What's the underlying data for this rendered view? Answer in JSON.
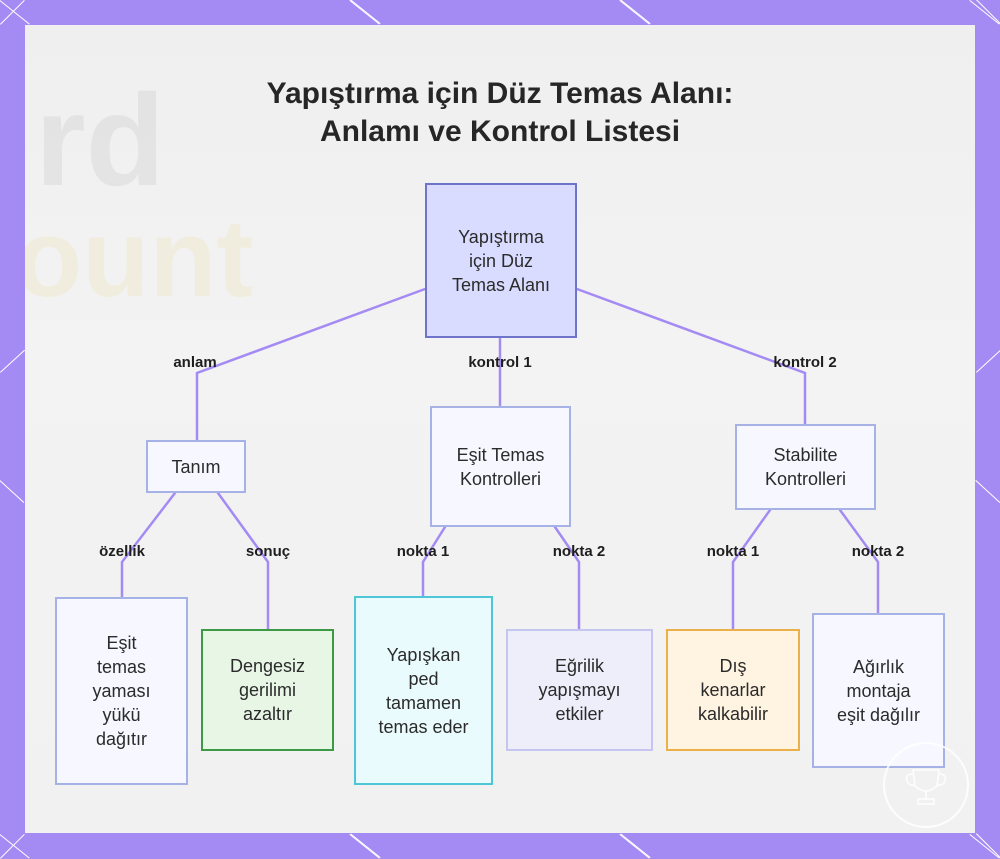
{
  "title": {
    "line1": "Yapıştırma için Düz Temas Alanı:",
    "line2": "Anlamı ve Kontrol Listesi"
  },
  "nodes": {
    "root": "Yapıştırma için Düz Temas Alanı",
    "tanim": "Tanım",
    "esit": "Eşit Temas Kontrolleri",
    "stabilite": "Stabilite Kontrolleri",
    "yuk": "Eşit temas yaması yükü dağıtır",
    "gerilim": "Dengesiz gerilimi azaltır",
    "ped": "Yapışkan ped tamamen temas eder",
    "egrilik": "Eğrilik yapışmayı etkiler",
    "kenar": "Dış kenarlar kalkabilir",
    "agirlik": "Ağırlık montaja eşit dağılır"
  },
  "edge_labels": {
    "anlam": "anlam",
    "kontrol1": "kontrol 1",
    "kontrol2": "kontrol 2",
    "ozellik": "özellik",
    "sonuc": "sonuç",
    "nokta1_a": "nokta 1",
    "nokta2_a": "nokta 2",
    "nokta1_b": "nokta 1",
    "nokta2_b": "nokta 2"
  },
  "background_text": [
    "rd",
    "ount"
  ],
  "colors": {
    "frame": "#a48bf4",
    "edge": "#a48bf4",
    "root_fill": "#d9dcff"
  }
}
